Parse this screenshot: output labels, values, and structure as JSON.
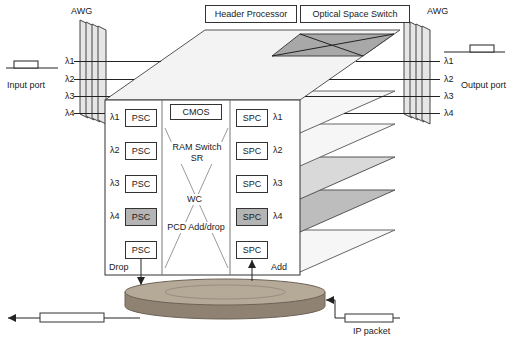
{
  "diagram": {
    "nodes": [
      {
        "text": [
          "Header Processor"
        ]
      },
      {
        "text": [
          "Optical Space Switch"
        ]
      },
      {
        "text": [
          "PSC"
        ]
      },
      {
        "text": [
          "PSC"
        ]
      },
      {
        "text": [
          "PSC"
        ]
      },
      {
        "text": [
          "PSC"
        ]
      },
      {
        "text": [
          "PSC"
        ]
      },
      {
        "text": [
          "CMOS"
        ]
      },
      {
        "text": [
          "SPC"
        ]
      },
      {
        "text": [
          "SPC"
        ]
      },
      {
        "text": [
          "SPC"
        ]
      },
      {
        "text": [
          "SPC"
        ]
      },
      {
        "text": [
          "SPC"
        ]
      }
    ],
    "labels": [
      "AWG",
      "AWG",
      "λ1",
      "λ2",
      "λ3",
      "λ4",
      "Input port",
      "λ1",
      "λ2",
      "λ3",
      "λ4",
      "Output port",
      "λ1",
      "λ2",
      "λ3",
      "λ4",
      "λ1",
      "λ2",
      "λ3",
      "λ4",
      "RAM Switch SR",
      "WC",
      "PCD Add/drop",
      "Drop",
      "Add",
      "IP packet"
    ]
  }
}
